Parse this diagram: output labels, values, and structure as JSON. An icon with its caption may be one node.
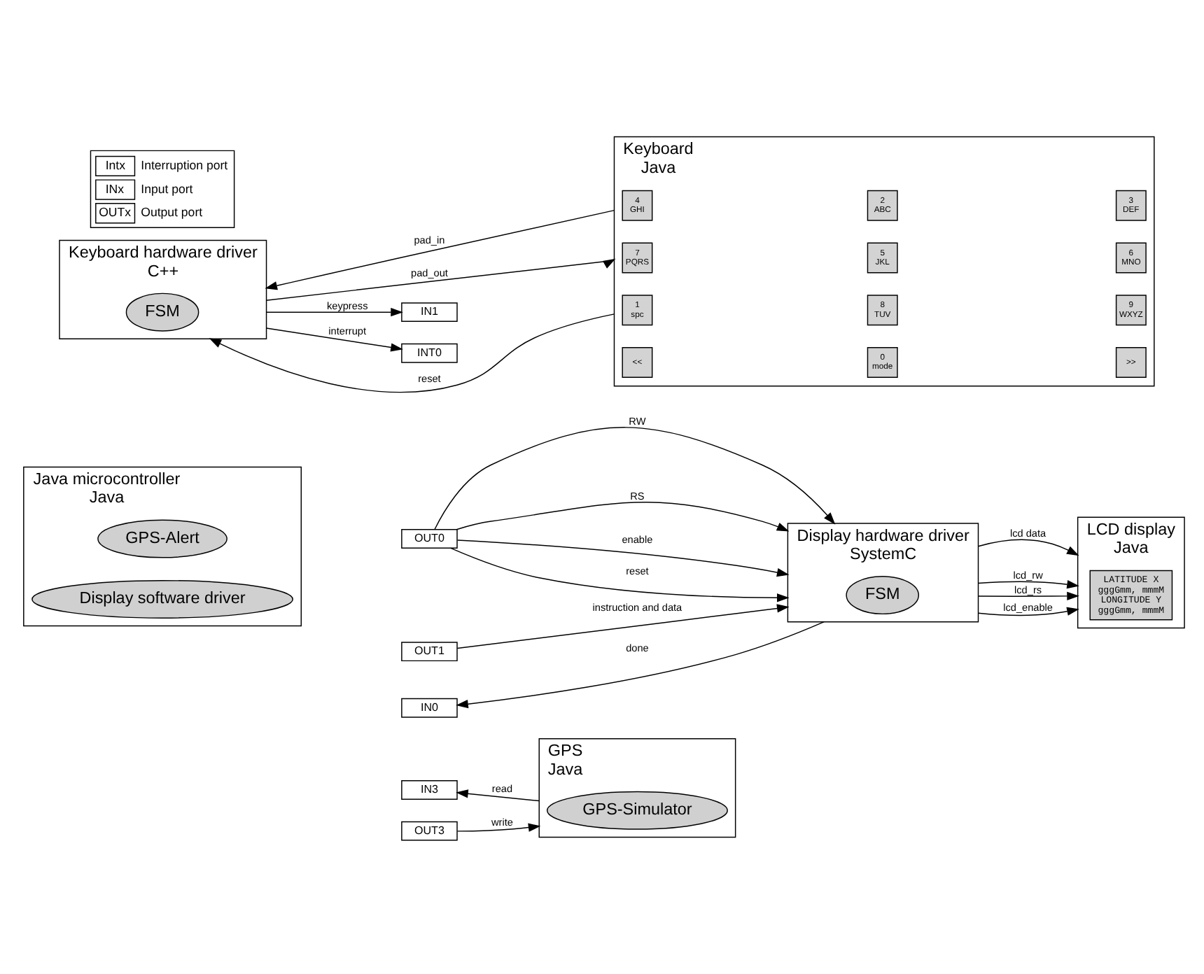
{
  "diagram": {
    "nodes": [
      {
        "text": [
          "Java microcontroller",
          "Java"
        ]
      },
      {
        "text": [
          "GPS-Alert"
        ],
        "in": 0
      },
      {
        "text": [
          "Display software driver"
        ],
        "in": 0
      },
      {
        "text": [
          "OUT0"
        ]
      },
      {
        "text": [
          "OUT1"
        ]
      },
      {
        "text": [
          "IN0"
        ]
      },
      {
        "text": [
          "IN1"
        ]
      },
      {
        "text": [
          "INT0"
        ]
      },
      {
        "text": [
          "IN3"
        ]
      },
      {
        "text": [
          "OUT3"
        ]
      },
      {
        "text": [
          "Display hardware driver",
          "SystemC"
        ]
      },
      {
        "text": [
          "FSM"
        ],
        "in": 10
      },
      {
        "text": [
          "GPS",
          "Java"
        ]
      },
      {
        "text": [
          "GPS-Simulator"
        ],
        "in": 12
      },
      {
        "text": [
          "LCD display",
          "Java"
        ]
      },
      {
        "text": [
          "LATITUDE X",
          "gggGmm, mmmM",
          "LONGITUDE Y",
          "gggGmm, mmmM"
        ],
        "in": 14
      },
      {
        "text": [
          "Keyboard hardware driver",
          "C++"
        ]
      },
      {
        "text": [
          "FSM"
        ],
        "in": 16
      },
      {
        "text": [
          "Keyboard",
          "Java"
        ]
      },
      {
        "text": [
          "1",
          "spc"
        ],
        "in": 18
      },
      {
        "text": [
          "2",
          "ABC"
        ],
        "in": 18
      },
      {
        "text": [
          "3",
          "DEF"
        ],
        "in": 18
      },
      {
        "text": [
          "4",
          "GHI"
        ],
        "in": 18
      },
      {
        "text": [
          "5",
          "JKL"
        ],
        "in": 18
      },
      {
        "text": [
          "6",
          "MNO"
        ],
        "in": 18
      },
      {
        "text": [
          "7",
          "PQRS"
        ],
        "in": 18
      },
      {
        "text": [
          "8",
          "TUV"
        ],
        "in": 18
      },
      {
        "text": [
          "9",
          "WXYZ"
        ],
        "in": 18
      },
      {
        "text": [
          "<<"
        ],
        "in": 18
      },
      {
        "text": [
          "0",
          "mode"
        ],
        "in": 18
      },
      {
        "text": [
          ">>"
        ],
        "in": 18
      }
    ],
    "edges": [
      {
        "from": 3,
        "to": 10,
        "arrow": "to",
        "label": "reset"
      },
      {
        "from": 3,
        "to": 10,
        "arrow": "to",
        "label": "RW"
      },
      {
        "from": 3,
        "to": 10,
        "arrow": "to",
        "label": "RS"
      },
      {
        "from": 3,
        "to": 10,
        "arrow": "to",
        "label": "enable"
      },
      {
        "from": 4,
        "to": 10,
        "arrow": "to",
        "label": "instruction and data"
      },
      {
        "from": 10,
        "to": 5,
        "arrow": "to",
        "label": "done"
      },
      {
        "from": 10,
        "to": 14,
        "arrow": "to",
        "label": "lcd data"
      },
      {
        "from": 10,
        "to": 14,
        "arrow": "to",
        "label": "lcd_rw"
      },
      {
        "from": 10,
        "to": 14,
        "arrow": "to",
        "label": "lcd_rs"
      },
      {
        "from": 10,
        "to": 14,
        "arrow": "to",
        "label": "lcd_enable"
      },
      {
        "from": 9,
        "to": 12,
        "arrow": "to",
        "label": "write"
      },
      {
        "from": 12,
        "to": 8,
        "arrow": "to",
        "label": "read"
      },
      {
        "from": 16,
        "to": 6,
        "arrow": "to",
        "label": "keypress"
      },
      {
        "from": 16,
        "to": 7,
        "arrow": "to",
        "label": "interrupt"
      },
      {
        "from": 18,
        "to": 16,
        "arrow": "to",
        "label": "reset"
      },
      {
        "from": 18,
        "to": 16,
        "arrow": "to",
        "label": "pad_in"
      },
      {
        "from": 16,
        "to": 18,
        "arrow": "to",
        "label": "pad_out"
      }
    ],
    "labels": [
      "Intx",
      "INx",
      "OUTx"
    ],
    "legend": [
      {
        "text": "Interruption port"
      },
      {
        "text": "Input port"
      },
      {
        "text": "Output port"
      }
    ]
  }
}
